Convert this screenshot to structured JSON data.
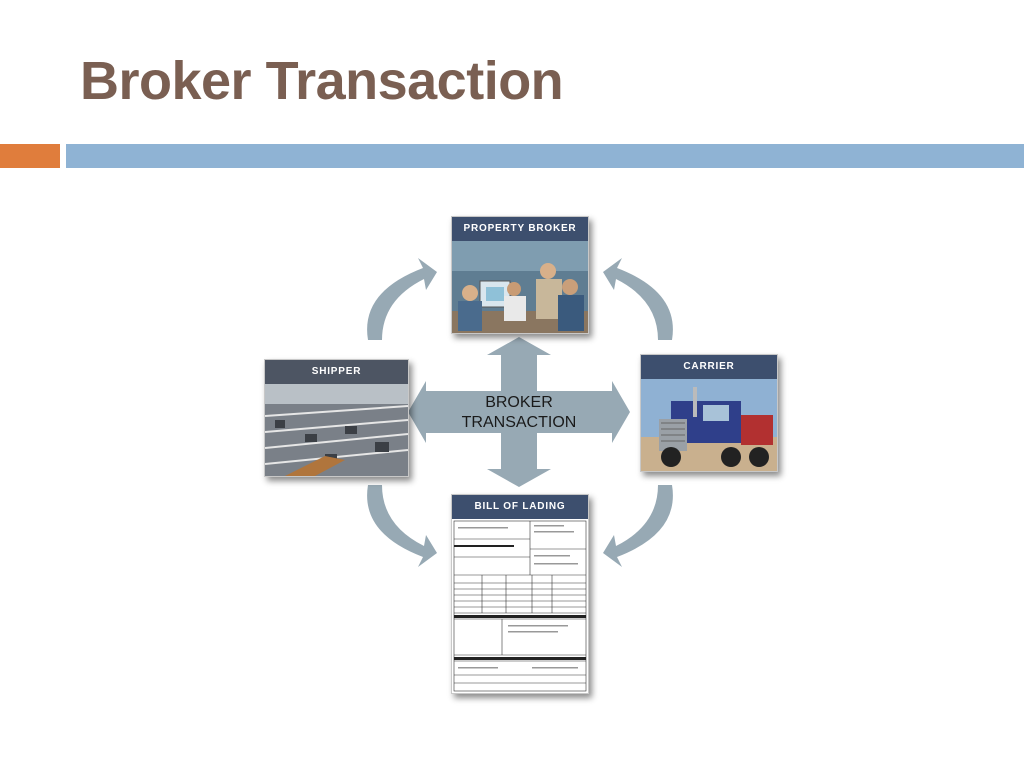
{
  "title": "Broker Transaction",
  "colors": {
    "title": "#7a5f52",
    "accent_orange": "#e07d3c",
    "accent_blue": "#8fb3d4",
    "header_bg": "#3d4f6e",
    "arrow": "#97a9b4"
  },
  "diagram": {
    "center": {
      "line1": "BROKER",
      "line2": "TRANSACTION"
    },
    "nodes": {
      "broker": {
        "label": "PROPERTY BROKER",
        "image": "office-meeting-photo"
      },
      "shipper": {
        "label": "SHIPPER",
        "image": "factory-floor-photo"
      },
      "carrier": {
        "label": "CARRIER",
        "image": "semi-truck-photo"
      },
      "bol": {
        "label": "BILL OF LADING",
        "image": "bill-of-lading-form"
      }
    }
  }
}
